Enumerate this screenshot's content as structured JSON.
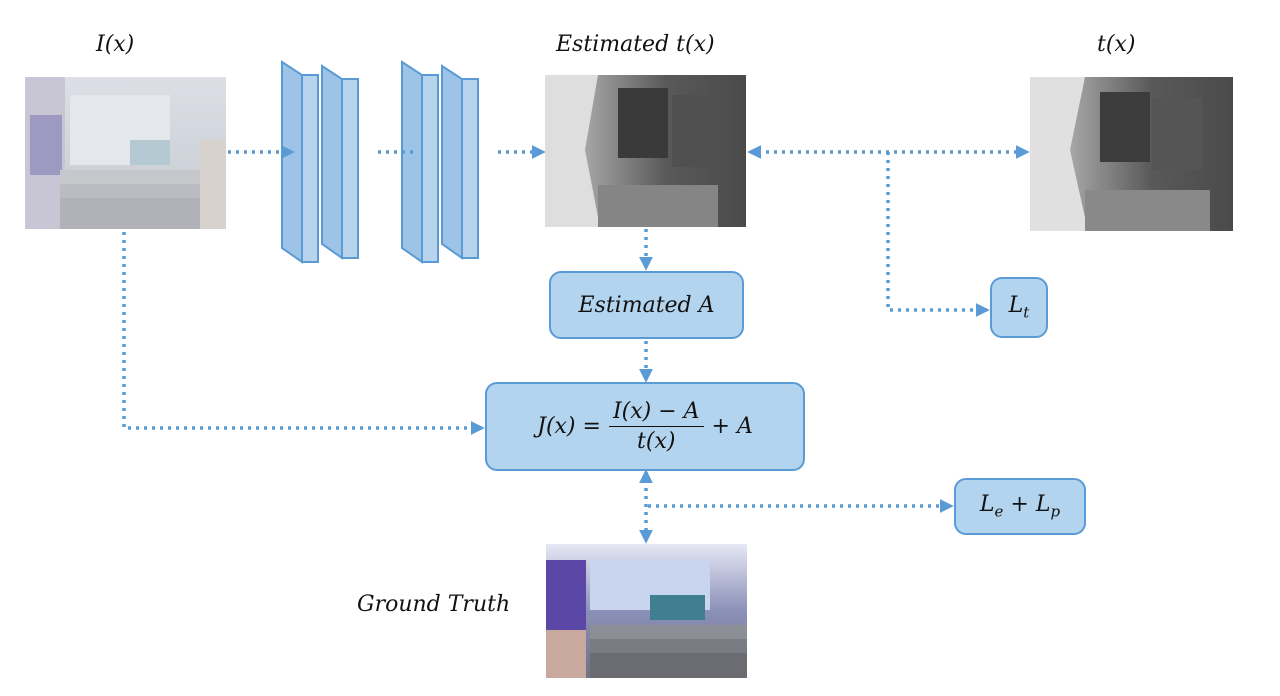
{
  "labels": {
    "input": "I(x)",
    "estimated_t": "Estimated t(x)",
    "true_t": "t(x)",
    "ground_truth": "Ground Truth"
  },
  "boxes": {
    "estimated_a": "Estimated A",
    "loss_t": {
      "base": "L",
      "sub": "t"
    },
    "loss_ep": {
      "base1": "L",
      "sub1": "e",
      "plus": "+",
      "base2": "L",
      "sub2": "p"
    },
    "formula": {
      "lhs": "J(x) =",
      "numerator": "I(x) − A",
      "denominator": "t(x)",
      "rhs": "+ A"
    }
  },
  "colors": {
    "arrow": "#5b9bd5",
    "box_fill": "#b3d4ee",
    "box_border": "#5b9bd5",
    "layer_fill": "#9dc3e6",
    "layer_border": "#5b9bd5"
  }
}
